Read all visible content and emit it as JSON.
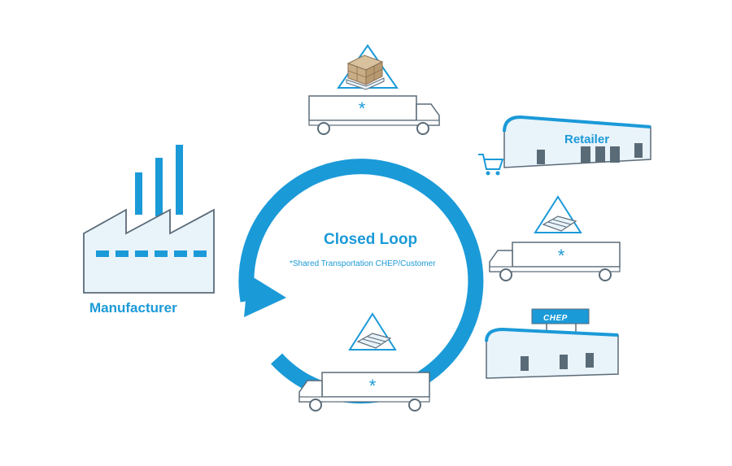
{
  "diagram": {
    "title": "Closed Loop",
    "subtitle": "*Shared Transportation CHEP/Customer",
    "nodes": {
      "manufacturer": "Manufacturer",
      "retailer": "Retailer",
      "depot_sign": "CHEP"
    },
    "truck_symbol": "*",
    "colors": {
      "primary_blue": "#1b9ad8",
      "outline": "#5a6b78",
      "panel": "#e9f3fa",
      "box": "#c9ad86"
    },
    "icons": [
      "factory-icon",
      "truck-icon",
      "pallet-icon",
      "warehouse-icon",
      "shopping-cart-icon"
    ]
  }
}
